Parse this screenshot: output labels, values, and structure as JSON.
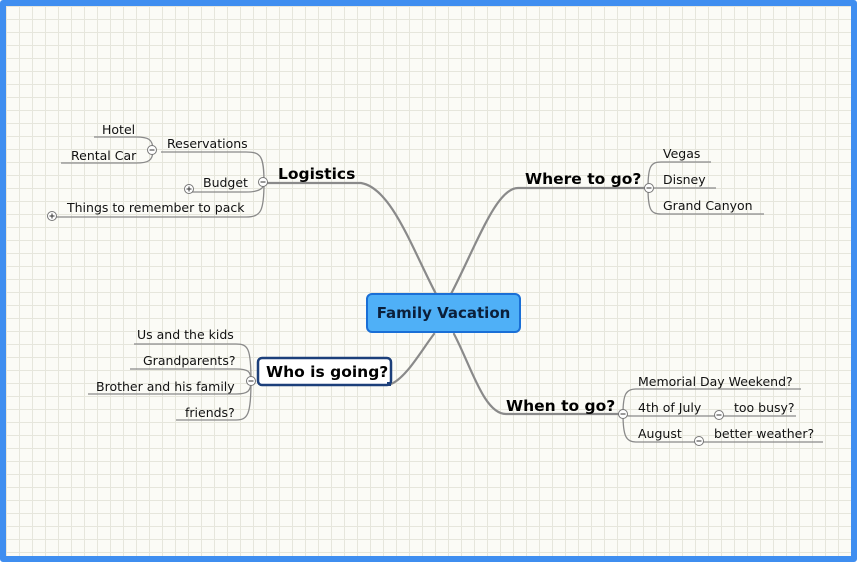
{
  "center": {
    "label": "Family Vacation"
  },
  "branches": {
    "logistics": {
      "label": "Logistics",
      "reservations": {
        "label": "Reservations",
        "hotel": "Hotel",
        "rental_car": "Rental Car"
      },
      "budget": "Budget",
      "things": "Things to remember to pack"
    },
    "where": {
      "label": "Where to go?",
      "children": [
        "Vegas",
        "Disney",
        "Grand Canyon"
      ]
    },
    "who": {
      "label": "Who is going?",
      "children": [
        "Us and the kids",
        "Grandparents?",
        "Brother and his family",
        "friends?"
      ]
    },
    "when": {
      "label": "When to go?",
      "memorial": "Memorial Day Weekend?",
      "july": {
        "label": "4th of July",
        "note": "too busy?"
      },
      "august": {
        "label": "August",
        "note": "better weather?"
      }
    }
  },
  "colors": {
    "frame_border": "#3f8ef0",
    "center_fill": "#4fb0f7",
    "center_border": "#1a6fd6",
    "selected_border": "#1c3f7a",
    "connector": "#8a8a8a"
  }
}
